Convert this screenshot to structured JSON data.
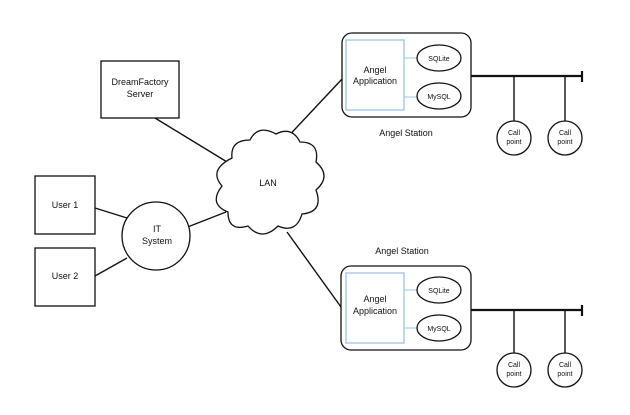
{
  "colors": {
    "stroke": "#111111",
    "app_box_border": "#9fc3e8",
    "background": "#ffffff"
  },
  "nodes": {
    "dreamfactory": {
      "line1": "DreamFactory",
      "line2": "Server"
    },
    "user1": {
      "label": "User 1"
    },
    "user2": {
      "label": "User 2"
    },
    "it_system": {
      "line1": "IT",
      "line2": "System"
    },
    "lan": {
      "label": "LAN"
    }
  },
  "stations": [
    {
      "caption": "Angel Station",
      "app_line1": "Angel",
      "app_line2": "Application",
      "db1": "SQLite",
      "db2": "MySQL",
      "call_points": [
        {
          "line1": "Call",
          "line2": "point"
        },
        {
          "line1": "Call",
          "line2": "point"
        }
      ]
    },
    {
      "caption": "Angel Station",
      "app_line1": "Angel",
      "app_line2": "Application",
      "db1": "SQLite",
      "db2": "MySQL",
      "call_points": [
        {
          "line1": "Call",
          "line2": "point"
        },
        {
          "line1": "Call",
          "line2": "point"
        }
      ]
    }
  ]
}
